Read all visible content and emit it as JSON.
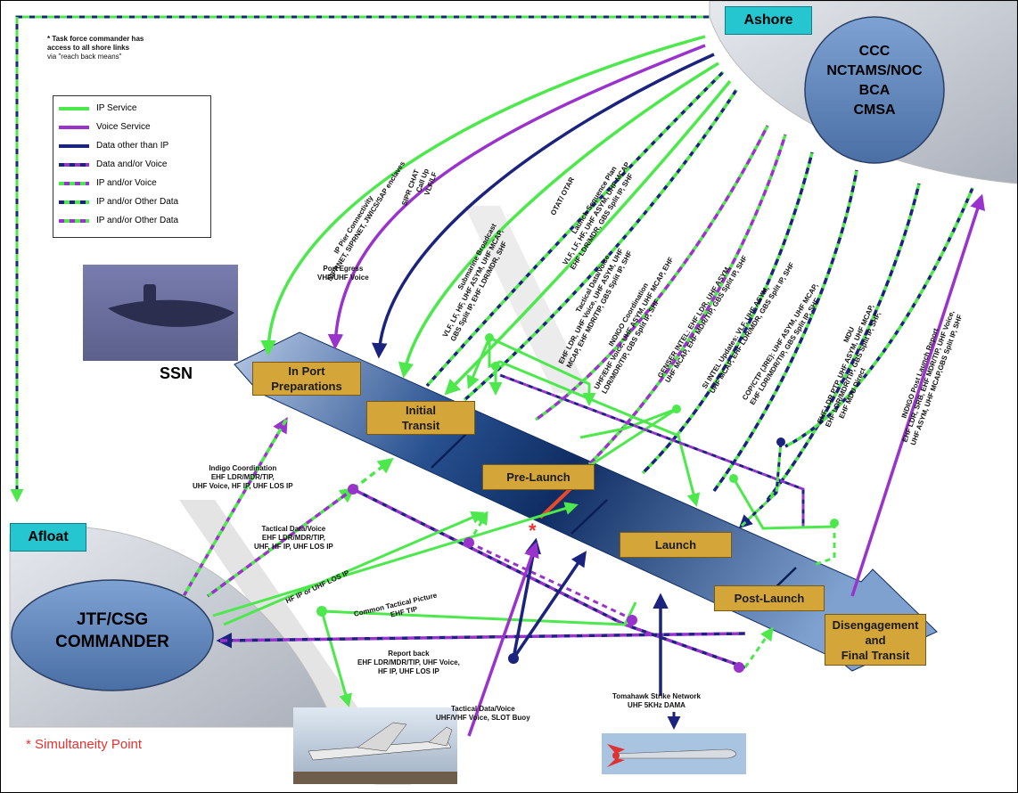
{
  "note": {
    "line1": "* Task force commander has",
    "line2": "access to all shore links",
    "line3": "via \"reach back means\""
  },
  "ashore": {
    "tab": "Ashore",
    "lines": [
      "CCC",
      "NCTAMS/NOC",
      "BCA",
      "CMSA"
    ]
  },
  "afloat": {
    "tab": "Afloat",
    "lines": [
      "JTF/CSG",
      "COMMANDER"
    ]
  },
  "legend": [
    {
      "label": "IP Service",
      "style": "ip"
    },
    {
      "label": "Voice Service",
      "style": "voice"
    },
    {
      "label": "Data other than IP",
      "style": "data"
    },
    {
      "label": "Data and/or Voice",
      "style": "data-voice"
    },
    {
      "label": "IP and/or Voice",
      "style": "ip-voice"
    },
    {
      "label": "IP and/or Other Data",
      "style": "ip-data"
    },
    {
      "label": "IP and/or Other Data",
      "style": "ip-data2"
    }
  ],
  "colors": {
    "ip": "#4ce84c",
    "voice": "#9933cc",
    "data": "#1a237e",
    "tab": "#25c6cf",
    "phase": "#d4a63a",
    "simultaneity": "#e33333"
  },
  "phases": {
    "in_port_1": "In Port",
    "in_port_2": "Preparations",
    "initial_1": "Initial",
    "initial_2": "Transit",
    "prelaunch": "Pre-Launch",
    "launch": "Launch",
    "postlaunch": "Post-Launch",
    "disengage_1": "Disengagement",
    "disengage_2": "and",
    "disengage_3": "Final Transit"
  },
  "ssn_label": "SSN",
  "simultaneity_label": "* Simultaneity Point",
  "links": {
    "ip_pier_1": "IP Pier Connectivity",
    "ip_pier_2": "NIPRNET, SIPRNET, JWICS/SAP enclaves",
    "port_egress_1": "Port Egress",
    "port_egress_2": "VHF/UHF Voice",
    "sipr_chat": "SIPR CHAT",
    "call_up_1": "Call Up",
    "call_up_2": "VLF/LF",
    "sub_broadcast_1": "Submarine Broadcast",
    "sub_broadcast_2": "VLF, LF, HF, UHF ASYM, UHF MCAP,",
    "sub_broadcast_3": "GBS Split IP, EHF LDR/MDR, SHF",
    "otat": "OTAT/ OTAR",
    "launch_seq_1": "Launch Sequence Plan",
    "launch_seq_2": "VLF, LF, HF, UHF ASYM, UHF MCAP",
    "launch_seq_3": "EHF LDR/MDR, GBS Split IP, SHF",
    "tactical_1": "Tactical Data/Voice",
    "tactical_2": "EHF LDR, UHF Voice, UHF ASYM, UHF",
    "tactical_3": "MCAP, EHF MDR/TIP, GBS Split IP, SHF",
    "indigo_1": "INDIGO Coordination",
    "indigo_2": "UHF/EHF Voice, UHF ASYM, UHF MCAP, EHF",
    "indigo_3": "LDR/MDR/TIP, GBS Split IP, SHF",
    "genser_1": "GENSER INTEL: EHF LDR, UHF ASYM,",
    "genser_2": "UHF MCAP, EHF MDR/TIP, GBS Split IP, SHF",
    "si_intel_1": "SI INTEL Updates: VLF, UHF ASYM,",
    "si_intel_2": "UHF MCAP, EHF LDR/MDR, GBS Split IP, SHF",
    "copctp_1": "COP/CTP (JRE): UHF ASYM, UHF MCAP,",
    "copctp_2": "EHF LDR/MDR/TIP, GBS Split IP, SHF",
    "mdu_1": "MDU",
    "mdu_2": "EHF LDR PTP, UHF ASYM, UHF MCAP,",
    "mdu_3": "EHF LDR/MDR/TIP, GBS Split IP, SHF,",
    "mdu_4": "EHF MDU Direct",
    "indigo_post_1": "INDIGO Post Launch Report",
    "indigo_post_2": "EHF LDR, SRB, EHF MDR/TIP, UHF Voice,",
    "indigo_post_3": "UHF ASYM, UHF MCAP,GBS Split IP, SHF",
    "afl_indigo_1": "Indigo Coordination",
    "afl_indigo_2": "EHF LDR/MDR/TIP,",
    "afl_indigo_3": "UHF Voice, HF IP, UHF LOS IP",
    "afl_tactical_1": "Tactical Data/Voice",
    "afl_tactical_2": "EHF LDR/MDR/TIP,",
    "afl_tactical_3": "UHF, HF IP, UHF LOS IP",
    "hf_ip": "HF IP or UHF LOS IP",
    "ctp_1": "Common Tactical Picture",
    "ctp_2": "EHF TIP",
    "report_1": "Report back",
    "report_2": "EHF LDR/MDR/TIP, UHF Voice,",
    "report_3": "HF IP,  UHF LOS IP",
    "p3_tactical_1": "Tactical Data/Voice",
    "p3_tactical_2": "UHF/VHF Voice, SLOT Buoy",
    "tomahawk_1": "Tomahawk Strike Network",
    "tomahawk_2": "UHF 5KHz DAMA"
  }
}
